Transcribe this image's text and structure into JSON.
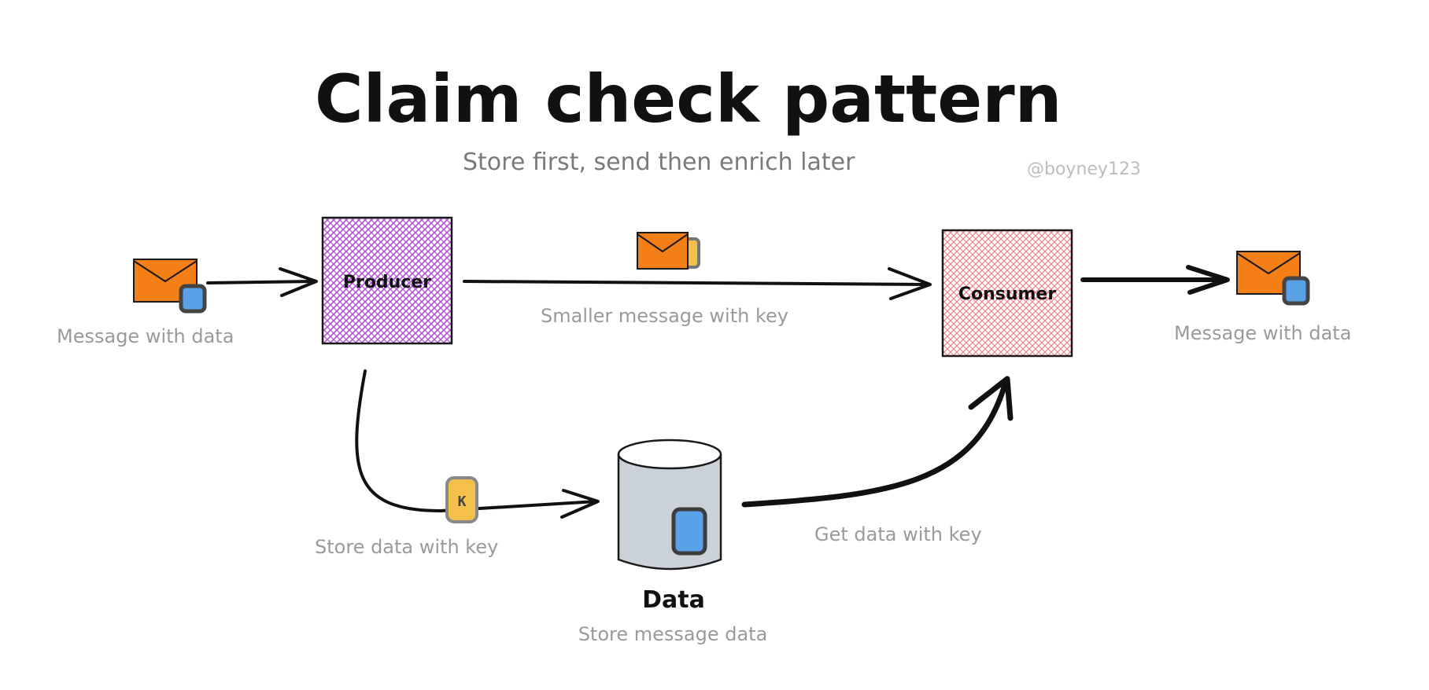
{
  "header": {
    "title": "Claim check pattern",
    "subtitle": "Store first, send then enrich later",
    "handle": "@boyney123"
  },
  "nodes": {
    "producer": {
      "label": "Producer",
      "fill": "#b24fd6"
    },
    "consumer": {
      "label": "Consumer",
      "fill": "#f08a92"
    },
    "database": {
      "label": "Data",
      "caption": "Store message data",
      "fill": "#cbd1d8"
    }
  },
  "messages": {
    "input_caption": "Message with data",
    "output_caption": "Message with data",
    "envelope_color": "#f47f17",
    "data_color": "#5aa0e6",
    "key_color": "#f5c04a",
    "key_letter": "K"
  },
  "edges": {
    "producer_to_consumer": "Smaller message with key",
    "producer_to_store": "Store data with key",
    "store_to_consumer": "Get data with key"
  }
}
